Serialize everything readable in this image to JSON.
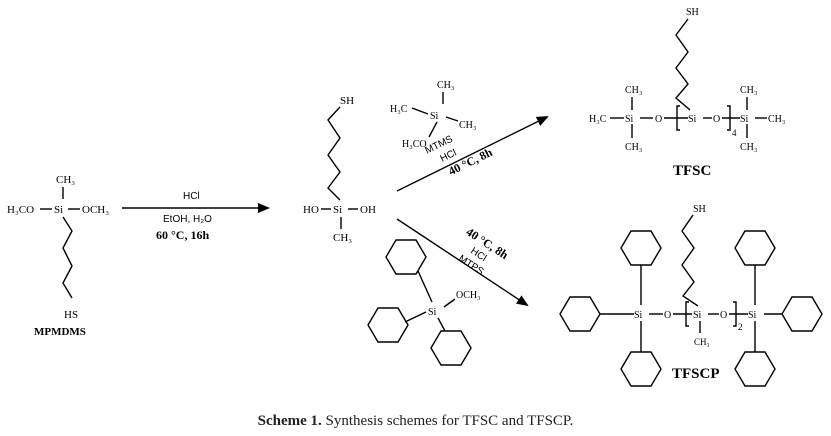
{
  "caption": {
    "label": "Scheme 1.",
    "text": "Synthesis schemes for TFSC and TFSCP."
  },
  "step1": {
    "reagent_top": "HCl",
    "reagent_mid": "EtOH, H₂O",
    "conditions": "60 °C, 16h"
  },
  "step_tfsc": {
    "reagent": "MTMS",
    "catalyst": "HCl",
    "conditions": "40 °C, 8h"
  },
  "step_tfscp": {
    "reagent": "MTPS",
    "catalyst": "HCl",
    "conditions": "40 °C, 8h"
  },
  "reactant": {
    "name": "MPMDMS",
    "left_group": "H₃CO",
    "right_group": "OCH₃",
    "methyl": "CH₃",
    "silicon": "Si",
    "thiol": "HS"
  },
  "intermediate": {
    "thiol": "SH",
    "left_group": "HO",
    "right_group": "OH",
    "methyl": "CH₃",
    "silicon": "Si"
  },
  "mtms": {
    "ch3_top": "CH₃",
    "ch3_left": "H₃C",
    "ch3_right": "CH₃",
    "och3": "H₃CO",
    "silicon": "Si"
  },
  "mtps": {
    "och3": "OCH₃",
    "silicon": "Si"
  },
  "tfsc": {
    "name": "TFSC",
    "thiol": "SH",
    "h3c": "H₃C",
    "ch3_right": "CH₃",
    "ch3_top_left": "CH₃",
    "ch3_bottom_left": "CH₃",
    "ch3_top_right": "CH₃",
    "ch3_bottom_right": "CH₃",
    "si_left": "Si",
    "si_mid": "Si",
    "si_right": "Si",
    "o_left": "O",
    "o_right": "O",
    "repeat": "4"
  },
  "tfscp": {
    "name": "TFSCP",
    "thiol": "SH",
    "methyl": "CH₃",
    "si_left": "Si",
    "si_mid": "Si",
    "si_right": "Si",
    "o_left": "O",
    "o_right": "O",
    "repeat": "2"
  }
}
